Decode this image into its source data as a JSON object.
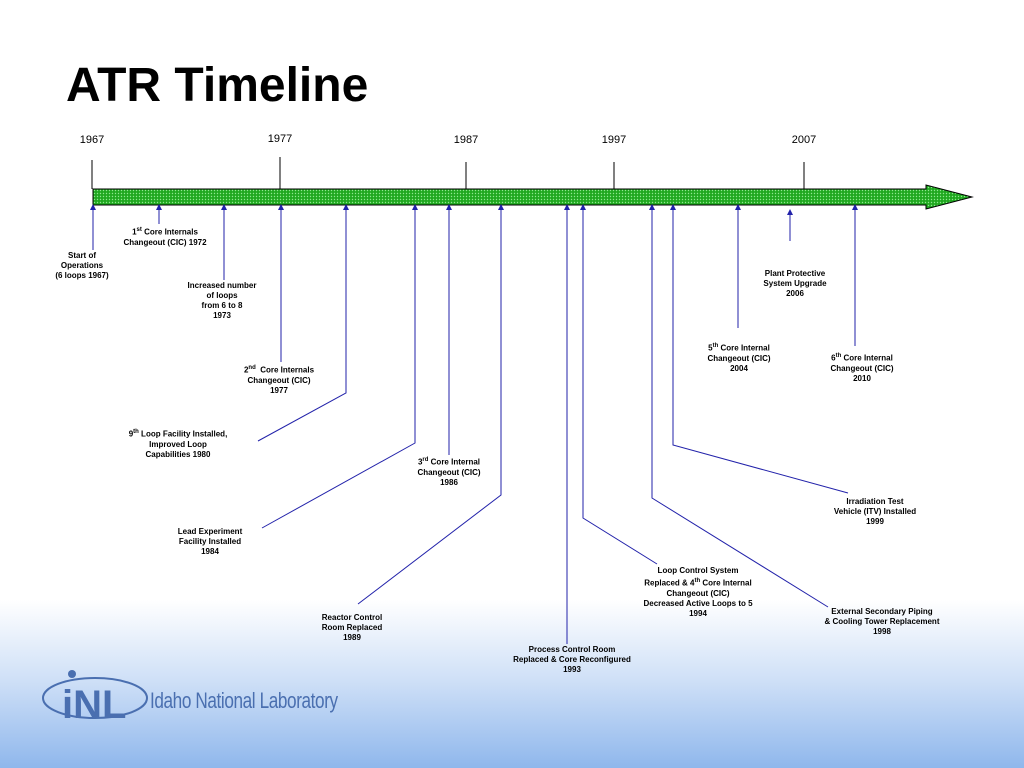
{
  "title": "ATR Timeline",
  "logo_text": "Idaho National Laboratory",
  "colors": {
    "arrow_fill": "#22aa22",
    "leader_line": "#2222aa",
    "logo": "#4a6fb0"
  },
  "years": [
    "1967",
    "1977",
    "1987",
    "1997",
    "2007"
  ],
  "events": [
    {
      "id": "ev-start",
      "text": "Start of\nOperations\n(6 loops 1967)"
    },
    {
      "id": "ev-cic1",
      "text": "1st Core Internals\nChangeout (CIC) 1972"
    },
    {
      "id": "ev-loops",
      "text": "Increased number\nof loops\nfrom 6 to 8\n1973"
    },
    {
      "id": "ev-cic2",
      "text": "2nd  Core Internals\nChangeout (CIC)\n1977"
    },
    {
      "id": "ev-9loop",
      "text": "9th Loop Facility Installed,\nImproved Loop\nCapabilities 1980"
    },
    {
      "id": "ev-lead",
      "text": "Lead Experiment\nFacility Installed\n1984"
    },
    {
      "id": "ev-cic3",
      "text": "3rd Core Internal\nChangeout (CIC)\n1986"
    },
    {
      "id": "ev-rcr",
      "text": "Reactor Control\nRoom Replaced\n1989"
    },
    {
      "id": "ev-pcr",
      "text": "Process Control Room\nReplaced & Core Reconfigured\n1993"
    },
    {
      "id": "ev-lcs",
      "text": "Loop Control System\nReplaced & 4th Core Internal\nChangeout (CIC)\nDecreased Active Loops to 5\n1994"
    },
    {
      "id": "ev-esp",
      "text": "External Secondary Piping\n& Cooling Tower Replacement\n1998"
    },
    {
      "id": "ev-itv",
      "text": "Irradiation Test\nVehicle (ITV) Installed\n1999"
    },
    {
      "id": "ev-cic5",
      "text": "5th Core Internal\nChangeout (CIC)\n2004"
    },
    {
      "id": "ev-pps",
      "text": "Plant Protective\nSystem Upgrade\n2006"
    },
    {
      "id": "ev-cic6",
      "text": "6th Core Internal\nChangeout (CIC)\n2010"
    }
  ]
}
